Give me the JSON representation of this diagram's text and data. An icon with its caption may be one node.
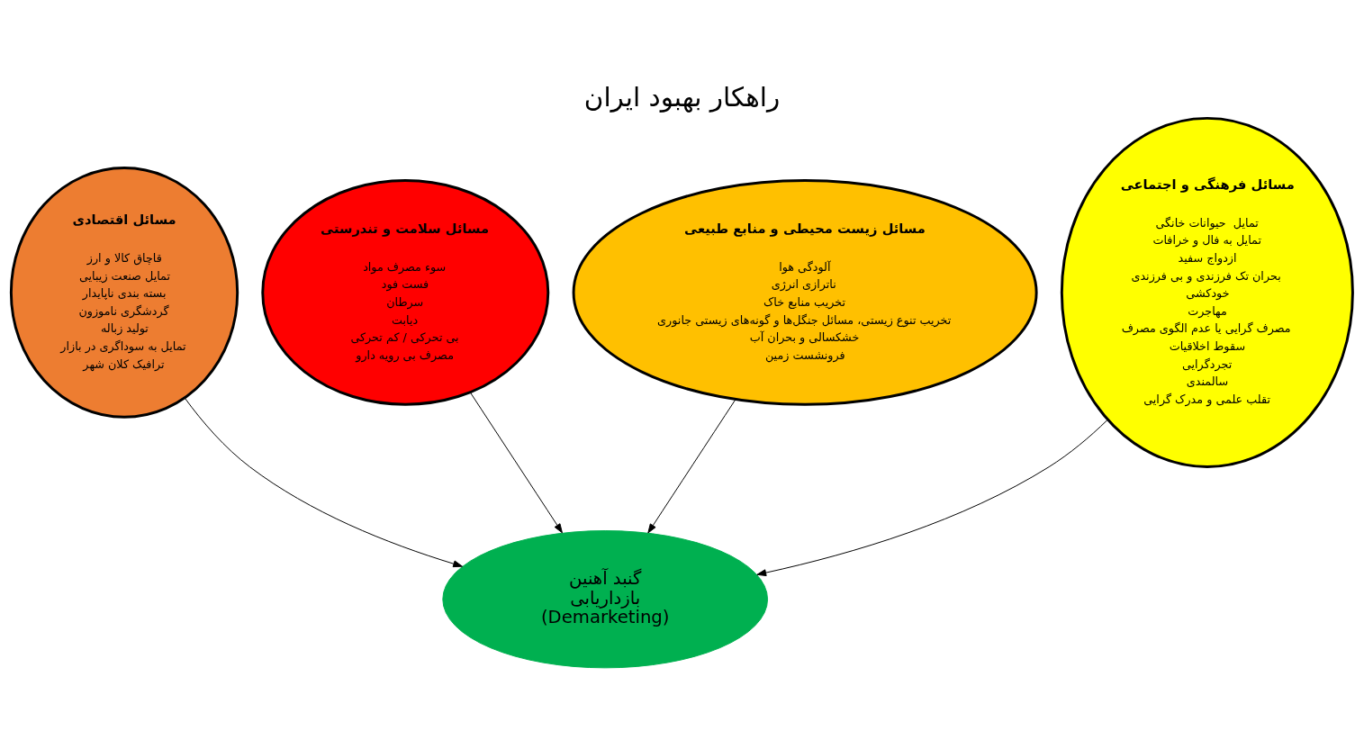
{
  "diagram": {
    "title": "راهکار بهبود ایران",
    "nodes": [
      {
        "text": [
          "مسائل سلامت و تندرستی",
          "سوء مصرف مواد",
          "فست فود",
          "سرطان",
          "دیابت",
          "بی تحرکی / کم تحرکی",
          "مصرف بی رویه دارو"
        ]
      },
      {
        "text": [
          "مسائل فرهنگی و اجتماعی",
          "تمایل  حیوانات خانگی",
          "تمایل به فال و خرافات",
          "ازدواج سفید",
          "بحران تک فرزندی و بی فرزندی",
          "خودکشی",
          "مهاجرت",
          "مصرف گرایی یا عدم الگوی مصرف",
          "سقوط اخلاقیات",
          "تجردگرایی",
          "سالمندی",
          "تقلب علمی و مدرک گرایی"
        ]
      },
      {
        "text": [
          "مسائل زیست محیطی و منابع طبیعی",
          "آلودگی هوا",
          "ناترازی انرژی",
          "تخریب منابع خاک",
          "تخریب تنوع زیستی، مسائل جنگل‌ها و گونه‌های زیستی جانوری",
          "خشکسالی و بحران آب",
          "فرونشست زمین"
        ]
      },
      {
        "text": [
          "مسائل اقتصادی",
          "قاچاق کالا و ارز",
          "تمایل صنعت زیبایی",
          "بسته بندی ناپایدار",
          "گردشگری ناموزون",
          "تولید زباله",
          "تمایل به سوداگری در بازار",
          "ترافیک کلان شهر"
        ]
      },
      {
        "text": [
          "گنبد آهنین",
          "بازداریابی",
          "(Demarketing)"
        ]
      }
    ],
    "edges": [
      {
        "from": 0,
        "to": 4,
        "arrow": "to"
      },
      {
        "from": 2,
        "to": 4,
        "arrow": "to"
      },
      {
        "from": 1,
        "to": 4,
        "arrow": "to"
      },
      {
        "from": 3,
        "to": 4,
        "arrow": "to"
      }
    ]
  }
}
